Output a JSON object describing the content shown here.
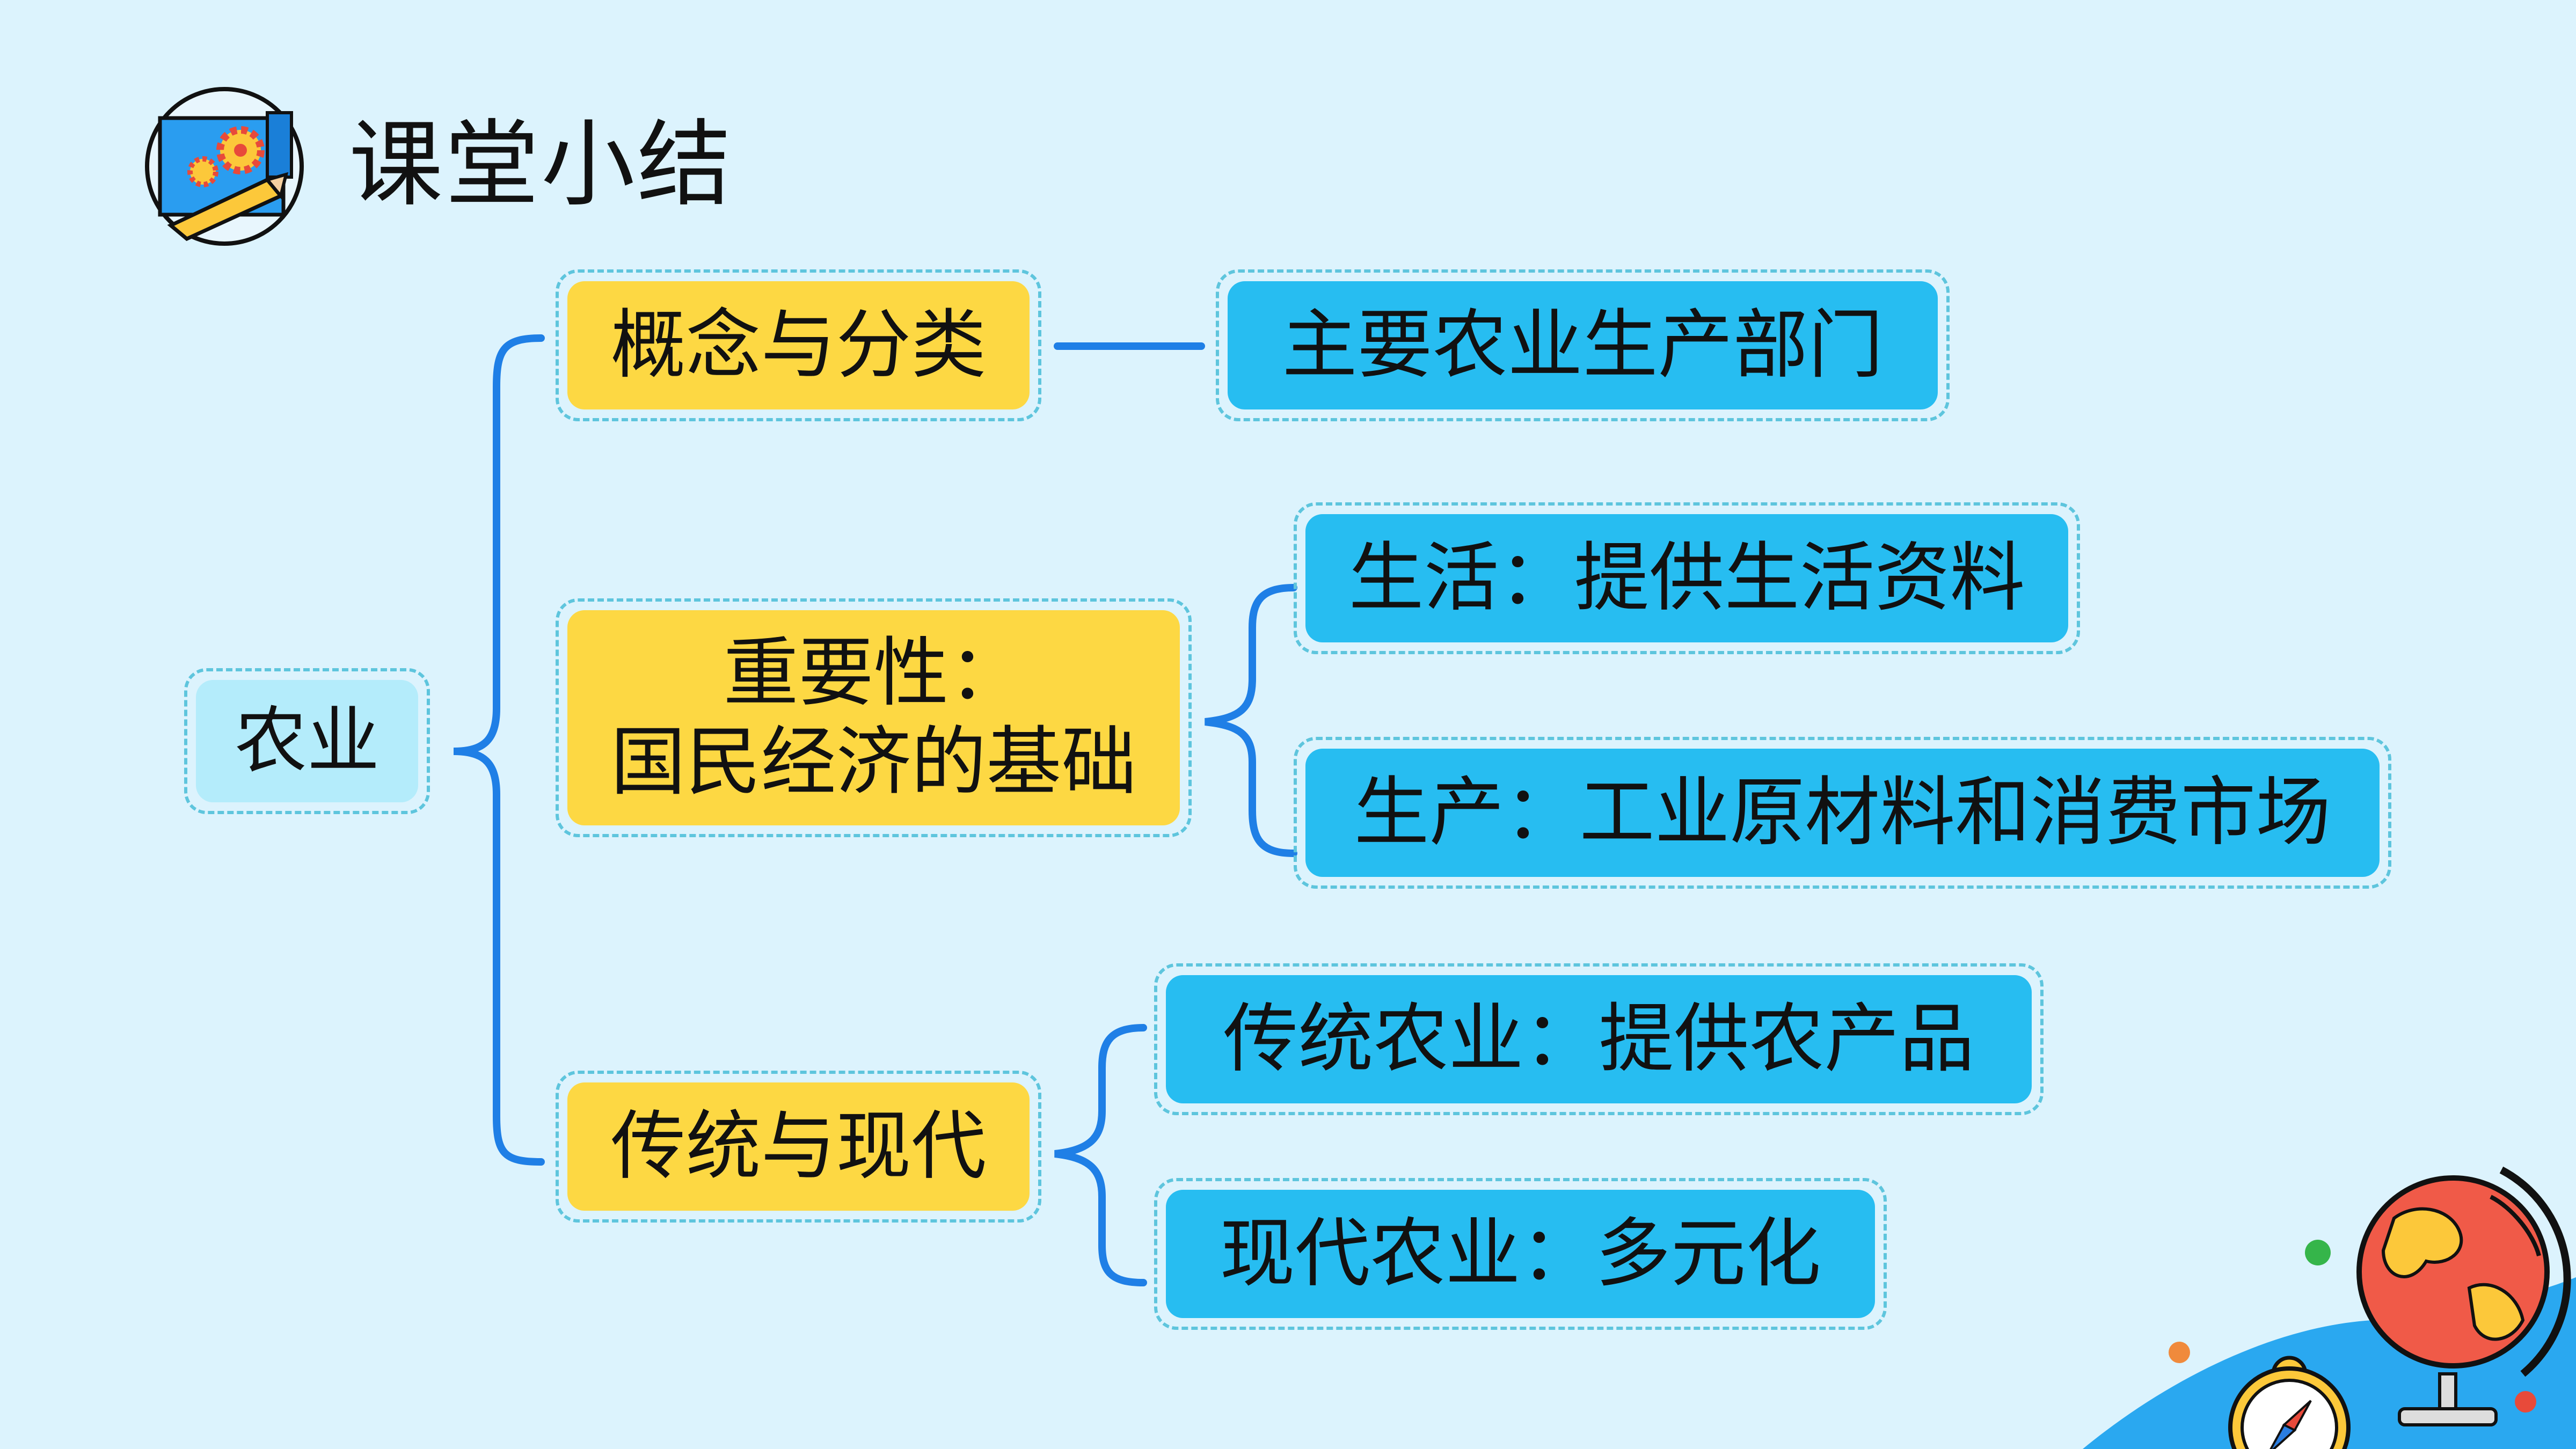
{
  "title": "课堂小结",
  "colors": {
    "background": "#dcf3fd",
    "connector": "#1f7fe6",
    "category_box": "#fdd843",
    "detail_box": "#27bdf1",
    "root_box": "#b4ecfb",
    "dashed_border": "#5ec5dd"
  },
  "icons": {
    "header": "gears-and-pencil-icon",
    "decoration": [
      "globe-icon",
      "compass-icon"
    ]
  },
  "mindmap": {
    "root": "农业",
    "categories": [
      {
        "label": "概念与分类",
        "details": [
          "主要农业生产部门"
        ]
      },
      {
        "label_lines": [
          "重要性：",
          "国民经济的基础"
        ],
        "details": [
          "生活：提供生活资料",
          "生产：工业原材料和消费市场"
        ]
      },
      {
        "label": "传统与现代",
        "details": [
          "传统农业：提供农产品",
          "现代农业：多元化"
        ]
      }
    ]
  }
}
